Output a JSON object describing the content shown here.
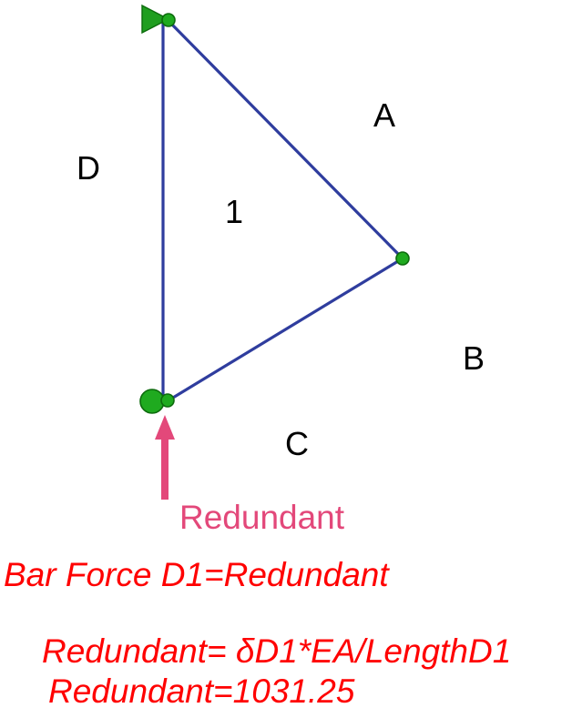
{
  "diagram": {
    "labels": {
      "member_a": "A",
      "member_b": "B",
      "member_c": "C",
      "member_d": "D",
      "element": "1"
    },
    "redundant_label": "Redundant"
  },
  "annotations": {
    "bar_force": "Bar Force D1=Redundant",
    "redundant_formula": "Redundant= δD1*EA/LengthD1",
    "redundant_value": "Redundant=1031.25"
  },
  "colors": {
    "member": "#2f3d9e",
    "node_fill": "#1faa1f",
    "node_stroke": "#0c6b0c",
    "support_fill": "#1f9e1f",
    "arrow": "#e3487a",
    "annotation_text": "#ff0000",
    "label_text": "#000000",
    "background": "#ffffff"
  }
}
